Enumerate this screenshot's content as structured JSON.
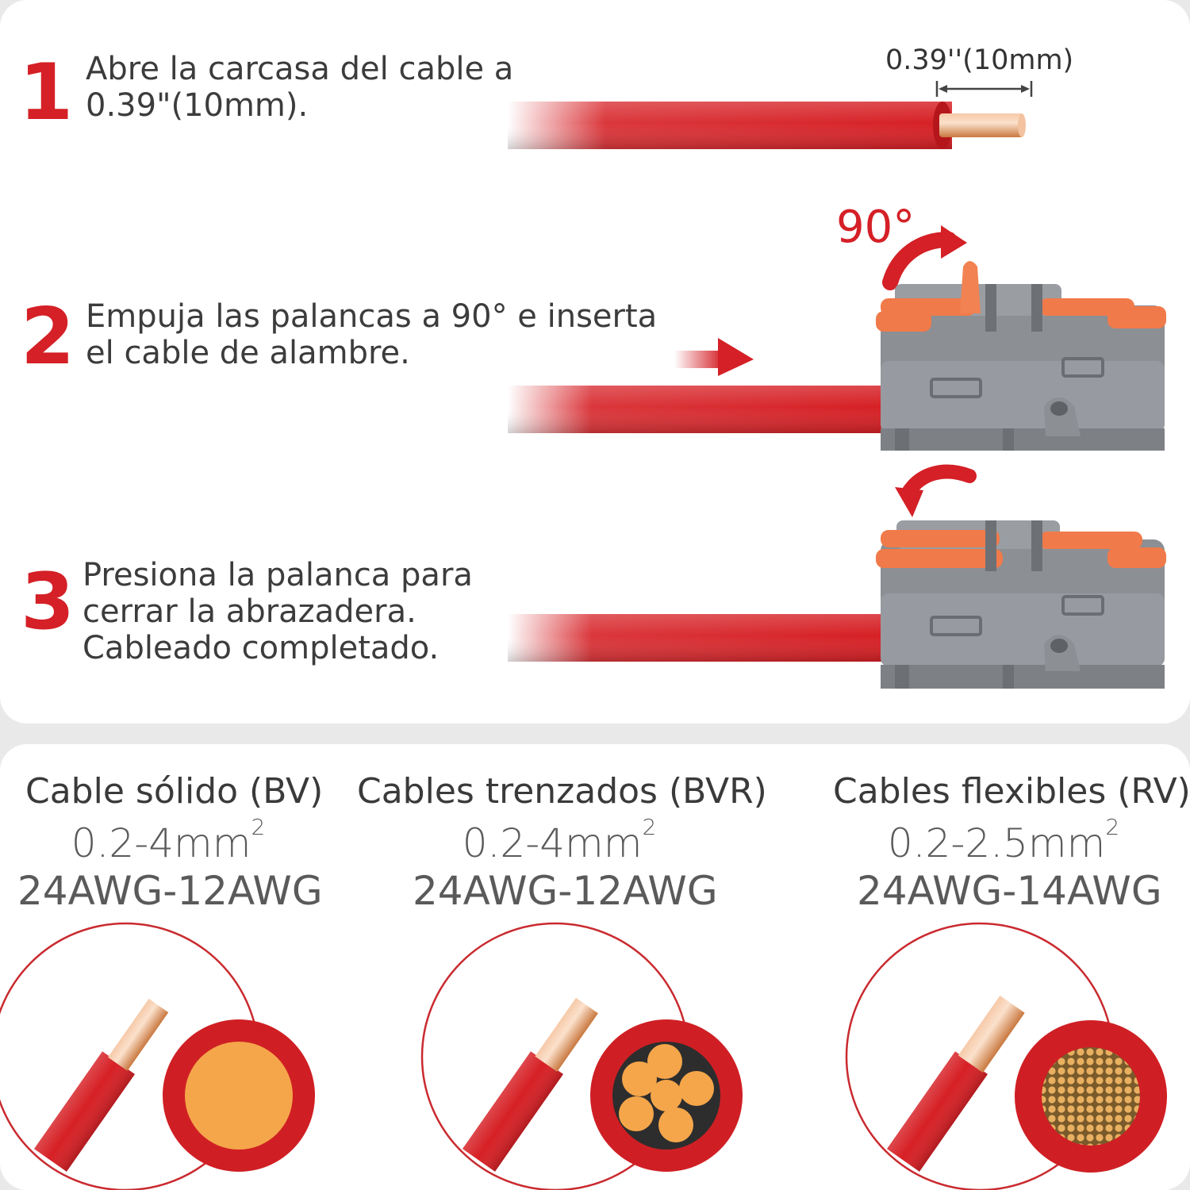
{
  "steps": [
    {
      "number": "1",
      "text": "Abre la carcasa del cable a\n0.39\"(10mm)."
    },
    {
      "number": "2",
      "text": "Empuja las palancas a 90° e inserta\nel cable de alambre."
    },
    {
      "number": "3",
      "text": "Presiona la palanca para\ncerrar la abrazadera.\nCableado completado."
    }
  ],
  "strip_measure_label": "0.39''(10mm)",
  "lever_angle_label": "90°",
  "cable_types": [
    {
      "title": "Cable sólido (BV)",
      "size": "0.2-4mm",
      "size_sup": "2",
      "awg": "24AWG-12AWG"
    },
    {
      "title": "Cables trenzados (BVR)",
      "size": "0.2-4mm",
      "size_sup": "2",
      "awg": "24AWG-12AWG"
    },
    {
      "title": "Cables flexibles (RV)",
      "size": "0.2-2.5mm",
      "size_sup": "2",
      "awg": "24AWG-14AWG"
    }
  ],
  "colors": {
    "accent_red": "#d42026",
    "wire_red": "#d62025",
    "copper": "#e9a47a",
    "connector_grey": "#8a8d92",
    "lever_orange": "#f07a4a",
    "core_orange": "#f5a64a"
  }
}
